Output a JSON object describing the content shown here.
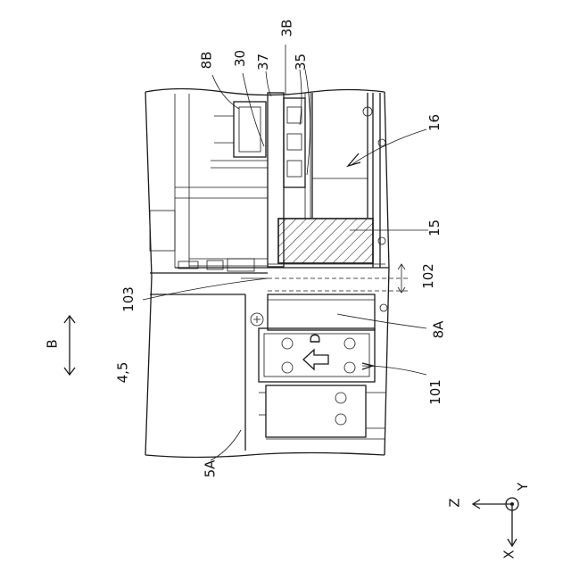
{
  "figure": {
    "reference_numerals": {
      "r8B": "8B",
      "r30": "30",
      "r37": "37",
      "r3B": "3B",
      "r35": "35",
      "r16": "16",
      "r15": "15",
      "r102": "102",
      "r103": "103",
      "r8A": "8A",
      "r101": "101",
      "r45": "4,5",
      "r5A": "5A",
      "rB": "B",
      "rD": "D"
    },
    "axes": {
      "z": "Z",
      "y": "Y",
      "x": "X"
    }
  }
}
